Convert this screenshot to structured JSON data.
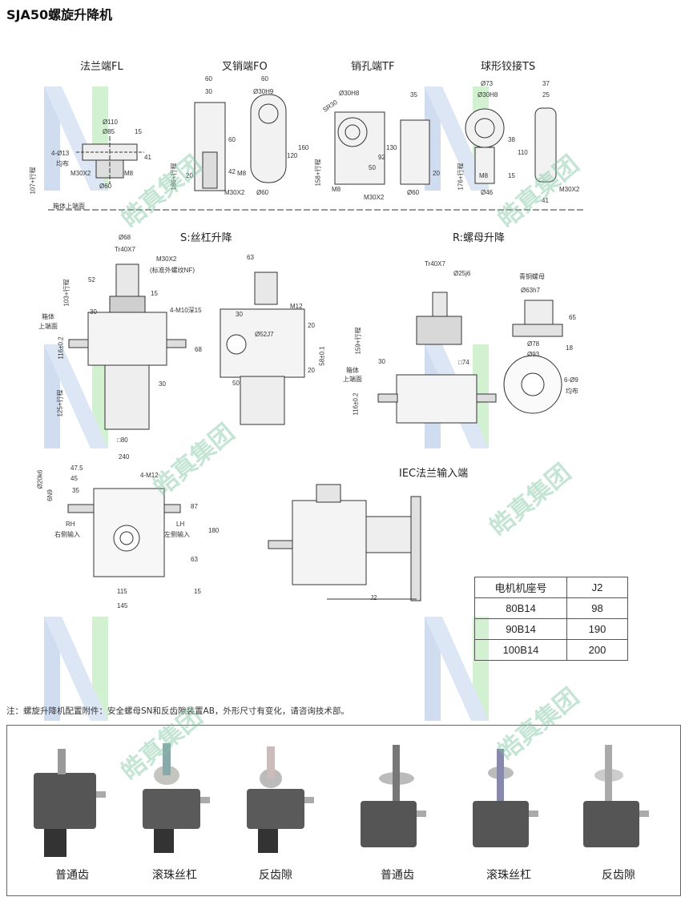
{
  "title": "SJA50螺旋升降机",
  "end_types": {
    "fl": "法兰端FL",
    "fo": "叉销端FO",
    "tf": "销孔端TF",
    "ts": "球形铰接TS"
  },
  "sections": {
    "s": "S:丝杠升降",
    "r": "R:螺母升降",
    "iec": "IEC法兰输入端"
  },
  "labels": {
    "box_top": "箱体上端面",
    "box_top_2a": "箱体",
    "box_top_2b": "上端面",
    "box_top_3a": "箱体",
    "box_top_3b": "上端面",
    "std_thread": "(标准外螺纹NF)",
    "bronze_nut": "青铜螺母",
    "uniform": "均布",
    "uniform2": "均布",
    "rh": "RH",
    "rh_cn": "右侧输入",
    "lh": "LH",
    "lh_cn": "左侧输入"
  },
  "dims": {
    "fl": [
      "Ø110",
      "Ø85",
      "15",
      "41",
      "4-Ø13",
      "均布",
      "M30X2",
      "M8",
      "Ø60",
      "107+行程"
    ],
    "fo": [
      "60",
      "30",
      "60",
      "Ø30H9",
      "60",
      "120",
      "160",
      "42",
      "M8",
      "20",
      "M30X2",
      "Ø60",
      "186+行程"
    ],
    "tf": [
      "Ø30H8",
      "SR30",
      "35",
      "130",
      "92",
      "50",
      "20",
      "M8",
      "M30X2",
      "Ø60",
      "158+行程"
    ],
    "ts": [
      "Ø73",
      "37",
      "Ø30H8",
      "25",
      "38",
      "110",
      "M8",
      "15",
      "Ø46",
      "41",
      "M30X2",
      "176+行程"
    ],
    "s": [
      "Ø68",
      "Tr40X7",
      "M30X2",
      "52",
      "15",
      "103+行程",
      "30",
      "116±0.2",
      "125+行程",
      "30",
      "□80",
      "63",
      "4-M10深15",
      "30",
      "M12",
      "Ø52J7",
      "68",
      "20",
      "20",
      "58±0.1",
      "50"
    ],
    "r": [
      "Tr40X7",
      "Ø25j6",
      "Ø63h7",
      "65",
      "Ø78",
      "18",
      "Ø93",
      "159+行程",
      "30",
      "□74",
      "116±0.2",
      "6-Ø9"
    ],
    "bottom": [
      "240",
      "Ø20k6",
      "47.5",
      "45",
      "35",
      "6N9",
      "4-M12",
      "87",
      "180",
      "63",
      "15",
      "115",
      "145",
      "J2"
    ]
  },
  "motor_table": {
    "headers": [
      "电机机座号",
      "J2"
    ],
    "rows": [
      [
        "80B14",
        "98"
      ],
      [
        "90B14",
        "190"
      ],
      [
        "100B14",
        "200"
      ]
    ]
  },
  "note": "注：螺旋升降机配置附件：安全螺母SN和反齿隙装置AB，外形尺寸有变化，请咨询技术部。",
  "photos": [
    "普通齿",
    "滚珠丝杠",
    "反齿隙",
    "普通齿",
    "滚珠丝杠",
    "反齿隙"
  ],
  "watermark": "皓真集团"
}
